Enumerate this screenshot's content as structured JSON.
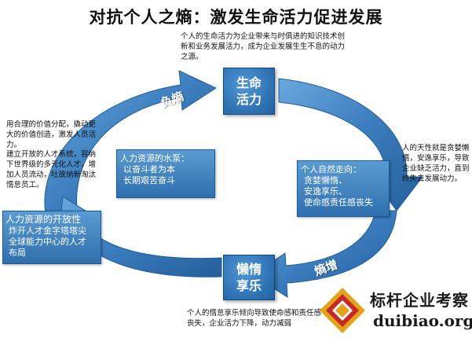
{
  "title": "对抗个人之熵：激发生命活力促进发展",
  "colors": {
    "ring": "#3f82c3",
    "ring_dark": "#1f5c9a",
    "node": "#2a6bab",
    "panel": "#4a8cc9"
  },
  "nodes": {
    "top": "生命\n活力",
    "bottom": "懒惰\n享乐"
  },
  "arrow_labels": {
    "top_left": "负熵",
    "bottom_right": "熵增"
  },
  "notes": {
    "top_right": "个人的生命活力为企业带来与时俱进的知识技术创新和业务发展活力，成为企业发展生生不息的动力之源。",
    "left_1": "用合理的价值分配，撬动更大的价值创造，激发人员活力。",
    "left_2": "建立开放的人才系统，容纳下世界级的多元化人才，增加人员流动，吐故纳新淘汰惰怠员工。",
    "right": "人的天性就是贪婪懒惰，安逸享乐，导致企业缺乏活力，直到终失去发展动力。",
    "bottom": "个人的惰怠享乐倾向导致使命感和责任感丧失，企业活力下降，动力减弱"
  },
  "panels": {
    "left": {
      "title": "人力资源的开放性",
      "lines": [
        "炸开人才金字塔塔尖",
        "全球能力中心的人才",
        "布局"
      ]
    },
    "center_left": {
      "title": "人力资源的水泵：",
      "lines": [
        "以奋斗者为本",
        "长期艰苦奋斗"
      ]
    },
    "center_right": {
      "title": "个人自然走向：",
      "lines": [
        "贪婪懒惰、",
        "安逸享乐、",
        "使命感责任感丧失"
      ]
    }
  },
  "logo": {
    "name": "标杆企业考察",
    "site": "duibiao.org"
  }
}
